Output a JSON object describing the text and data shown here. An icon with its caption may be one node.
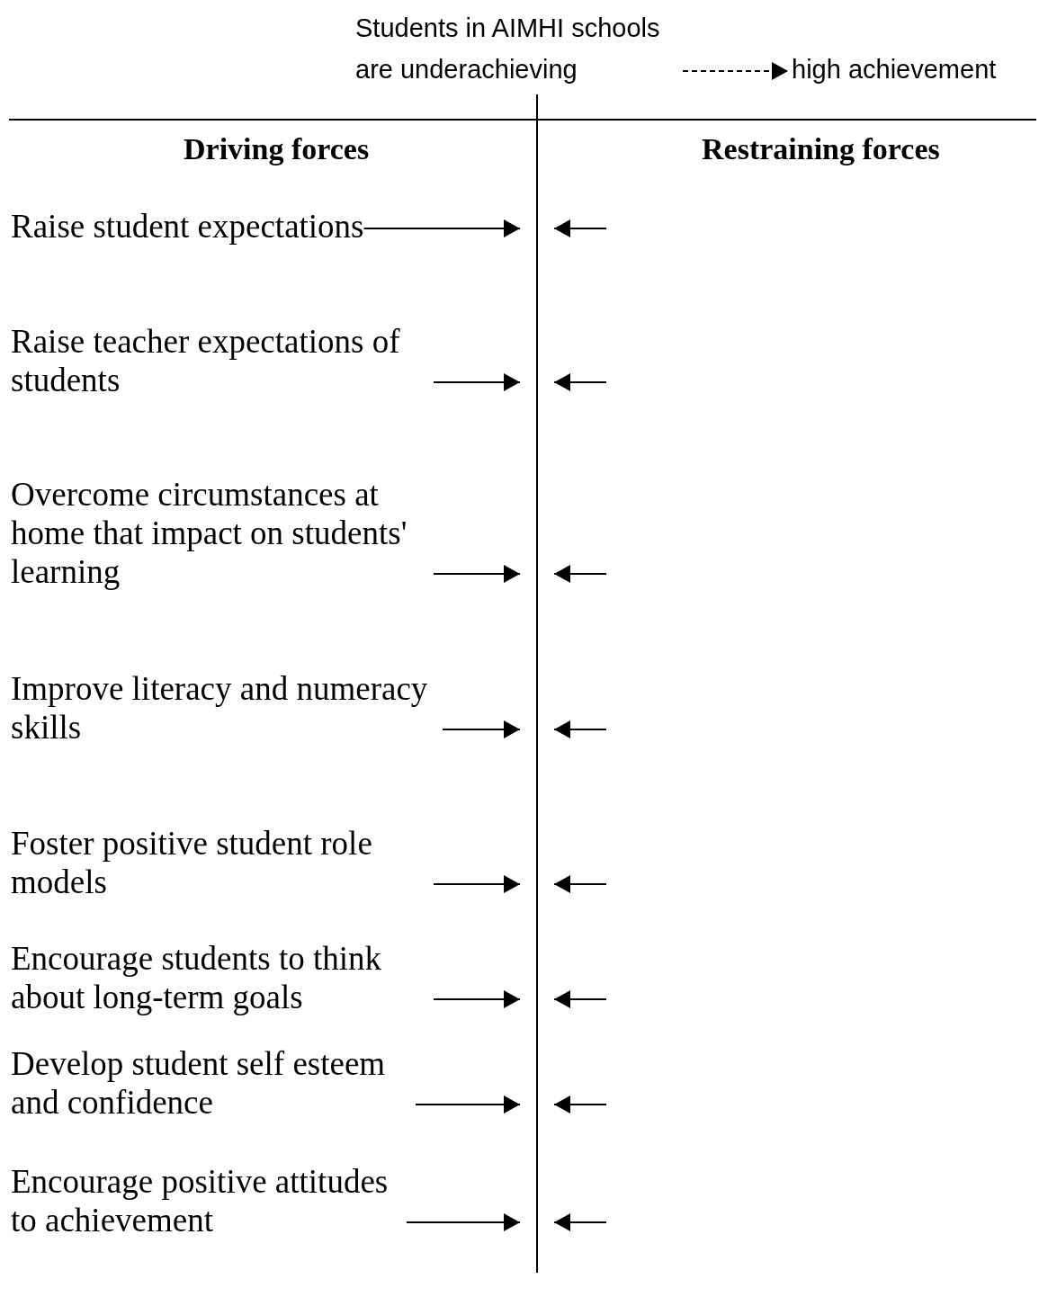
{
  "diagram": {
    "nodes": [
      {
        "text": [
          "Students in AIMHI schools are underachieving"
        ]
      },
      {
        "text": [
          "high achievement"
        ]
      },
      {
        "text": [],
        "shape": "bar"
      },
      {
        "text": [
          "Raise student expectations"
        ]
      },
      {
        "text": [
          "Raise teacher expectations of students"
        ]
      },
      {
        "text": [
          "Overcome circumstances at home that impact on students' learning"
        ]
      },
      {
        "text": [
          "Improve literacy and numeracy skills"
        ]
      },
      {
        "text": [
          "Foster positive student role models"
        ]
      },
      {
        "text": [
          "Encourage students to think about long-term goals"
        ]
      },
      {
        "text": [
          "Develop student self esteem and confidence"
        ]
      },
      {
        "text": [
          "Encourage positive attitudes to achievement"
        ]
      }
    ],
    "edges": [
      {
        "from": 0,
        "to": 1,
        "arrow": "to",
        "style": "dashed"
      },
      {
        "from": 3,
        "to": 2,
        "arrow": "to"
      },
      {
        "from": null,
        "to": 2,
        "arrow": "to"
      },
      {
        "from": 4,
        "to": 2,
        "arrow": "to"
      },
      {
        "from": null,
        "to": 2,
        "arrow": "to"
      },
      {
        "from": 5,
        "to": 2,
        "arrow": "to"
      },
      {
        "from": null,
        "to": 2,
        "arrow": "to"
      },
      {
        "from": 6,
        "to": 2,
        "arrow": "to"
      },
      {
        "from": null,
        "to": 2,
        "arrow": "to"
      },
      {
        "from": 7,
        "to": 2,
        "arrow": "to"
      },
      {
        "from": null,
        "to": 2,
        "arrow": "to"
      },
      {
        "from": 8,
        "to": 2,
        "arrow": "to"
      },
      {
        "from": null,
        "to": 2,
        "arrow": "to"
      },
      {
        "from": 9,
        "to": 2,
        "arrow": "to"
      },
      {
        "from": null,
        "to": 2,
        "arrow": "to"
      },
      {
        "from": 10,
        "to": 2,
        "arrow": "to"
      },
      {
        "from": null,
        "to": 2,
        "arrow": "to"
      }
    ],
    "labels": [
      "Driving forces",
      "Restraining forces"
    ]
  }
}
